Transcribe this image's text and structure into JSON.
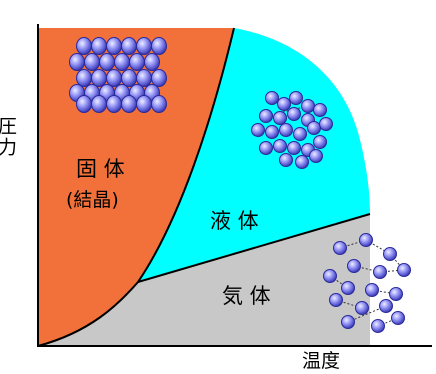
{
  "axes": {
    "y_label": "圧力",
    "x_label": "温度"
  },
  "regions": {
    "solid": {
      "label_line1": "固 体",
      "label_line2": "(結晶)",
      "color": "#F2713A"
    },
    "liquid": {
      "label": "液 体",
      "color": "#00FFFF"
    },
    "gas": {
      "label": "気 体",
      "color": "#C8C8C8"
    }
  },
  "particles": {
    "fill": "#8A8AF5",
    "highlight": "#E8E8FF",
    "stroke": "#2A2A9A"
  }
}
